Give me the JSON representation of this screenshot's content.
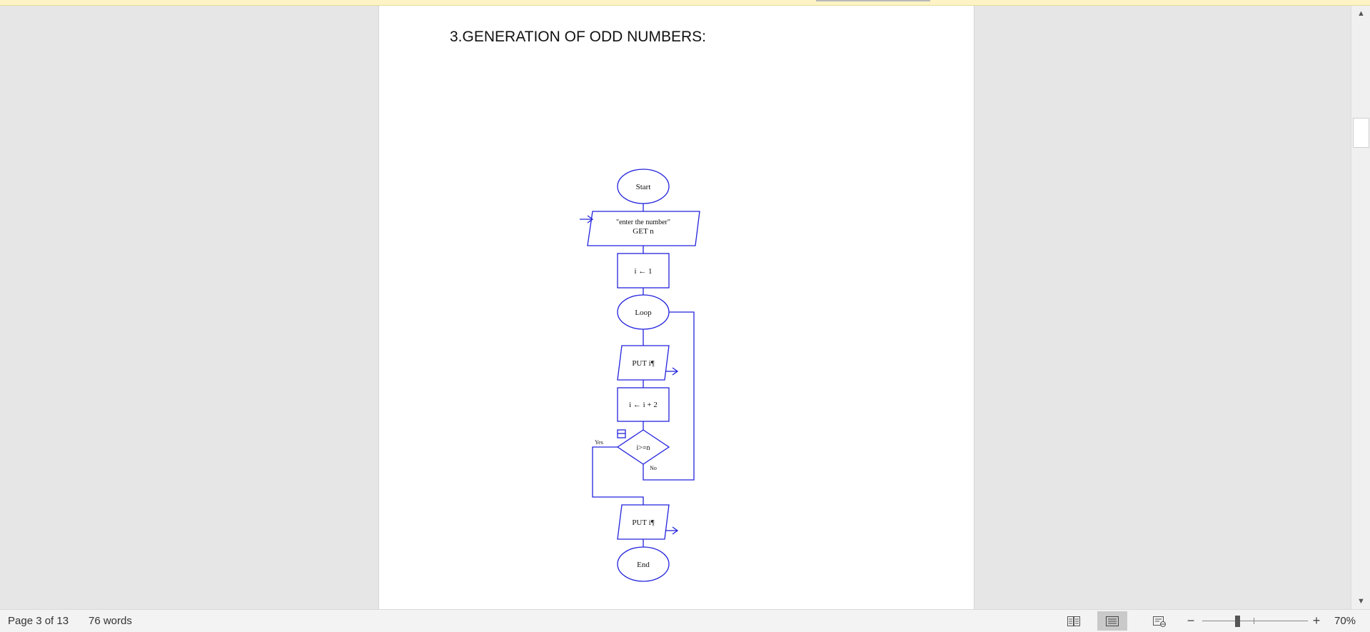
{
  "document": {
    "heading": "3.GENERATION OF ODD NUMBERS:"
  },
  "flowchart": {
    "start": "Start",
    "input_prompt": "\"enter the number\"",
    "input_get": "GET n",
    "init": "i ← 1",
    "loop": "Loop",
    "put_1": "PUT i¶",
    "increment": "i ← i + 2",
    "condition": "i>=n",
    "yes_label": "Yes",
    "no_label": "No",
    "put_2": "PUT i¶",
    "end": "End",
    "stroke_color": "#2222dd"
  },
  "statusbar": {
    "page": "Page 3 of 13",
    "words": "76 words",
    "zoom": "70%",
    "zoom_minus": "−",
    "zoom_plus": "+"
  },
  "icons": {
    "read_mode": "read-mode-icon",
    "print_layout": "print-layout-icon",
    "web_layout": "web-layout-icon",
    "scroll_up": "▲",
    "scroll_down": "▼"
  }
}
